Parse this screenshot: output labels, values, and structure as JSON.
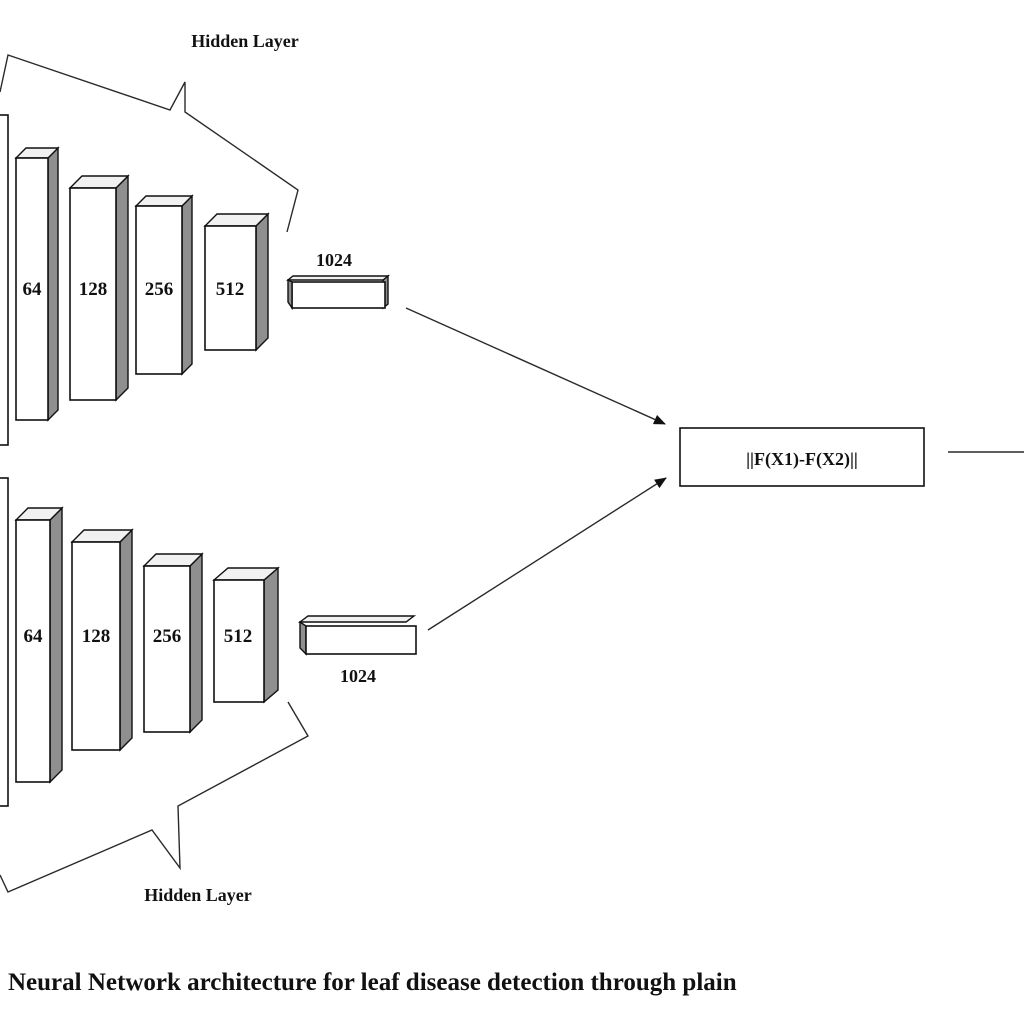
{
  "diagram": {
    "top_branch": {
      "hidden_layer_label": "Hidden Layer",
      "layers": [
        "64",
        "128",
        "256",
        "512"
      ],
      "output_label": "1024"
    },
    "bottom_branch": {
      "hidden_layer_label": "Hidden Layer",
      "layers": [
        "64",
        "128",
        "256",
        "512"
      ],
      "output_label": "1024"
    },
    "distance_label": "||F(X1)-F(X2)||",
    "caption": "Neural Network architecture for leaf disease detection through plain"
  }
}
